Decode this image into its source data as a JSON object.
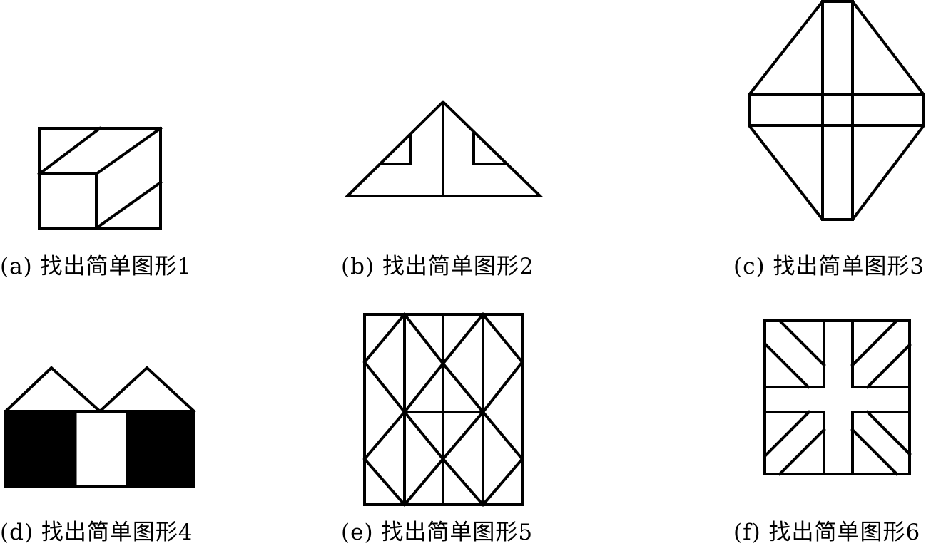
{
  "captions": {
    "a": "(a) 找出简单图形1",
    "b": "(b) 找出简单图形2",
    "c": "(c) 找出简单图形3",
    "d": "(d) 找出简单图形4",
    "e": "(e) 找出简单图形5",
    "f": "(f) 找出简单图形6"
  },
  "colors": {
    "stroke": "#000000",
    "fill": "#000000",
    "background": "#ffffff"
  }
}
